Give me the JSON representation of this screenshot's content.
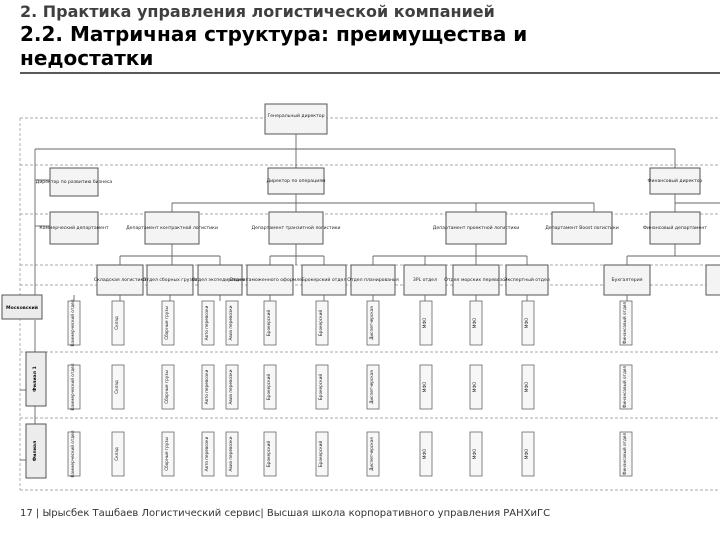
{
  "slide": {
    "section_title": "2. Практика управления логистической компанией",
    "title": "2.2. Матричная структура: преимущества и недостатки",
    "footer": "17 | Ырысбек Ташбаев Логистический сервис| Высшая школа корпоративного управления РАНХиГС"
  },
  "org_chart": {
    "top": {
      "label": "Генеральный директор"
    },
    "level1": [
      {
        "key": "dev",
        "label": "Директор по развитию бизнеса"
      },
      {
        "key": "ops",
        "label": "Директор по операциям"
      },
      {
        "key": "fin",
        "label": "Финансовый директор"
      }
    ],
    "level2": [
      {
        "key": "com",
        "label": "Коммерческий департамент"
      },
      {
        "key": "contract",
        "label": "Департамент контрактной логистики"
      },
      {
        "key": "trans",
        "label": "Департамент транзитной логистики"
      },
      {
        "key": "project",
        "label": "Департамент проектной логистики"
      },
      {
        "key": "boost",
        "label": "Департамент Boost логистики"
      },
      {
        "key": "findep",
        "label": "Финансовый департамент"
      }
    ],
    "level3": [
      {
        "key": "wh",
        "label": "Складская логистика"
      },
      {
        "key": "cons",
        "label": "Отдел сборных грузов"
      },
      {
        "key": "fwd",
        "label": "Отдел экспедирования"
      },
      {
        "key": "custom",
        "label": "Отдел таможенного оформления"
      },
      {
        "key": "broker",
        "label": "Брокерский отдел"
      },
      {
        "key": "plan",
        "label": "Отдел планирования"
      },
      {
        "key": "3pl",
        "label": "3PL отдел"
      },
      {
        "key": "sea",
        "label": "Отдел морских перевозок"
      },
      {
        "key": "ec",
        "label": "Экспертный отдел"
      },
      {
        "key": "acc",
        "label": "Бухгалтерия"
      }
    ],
    "divisions": [
      {
        "key": "moscow",
        "label": "Московский"
      },
      {
        "key": "f1",
        "label": "Филиал 1"
      },
      {
        "key": "f2",
        "label": "Филиал"
      }
    ],
    "matrix_cells": [
      {
        "key": "com",
        "label": "Коммерческий отдел"
      },
      {
        "key": "wh",
        "label": "Склад"
      },
      {
        "key": "cons",
        "label": "Сборные грузы"
      },
      {
        "key": "fwd1",
        "label": "Авто перевозки"
      },
      {
        "key": "fwd2",
        "label": "Авиа перевозки"
      },
      {
        "key": "custom",
        "label": "Брокерский"
      },
      {
        "key": "broker",
        "label": "Брокерский"
      },
      {
        "key": "plan",
        "label": "Диспетчерская"
      },
      {
        "key": "3pl",
        "label": "МФО"
      },
      {
        "key": "sea",
        "label": "МФО"
      },
      {
        "key": "ec",
        "label": "МФО"
      },
      {
        "key": "acc",
        "label": "Финансовый отдел"
      }
    ]
  }
}
